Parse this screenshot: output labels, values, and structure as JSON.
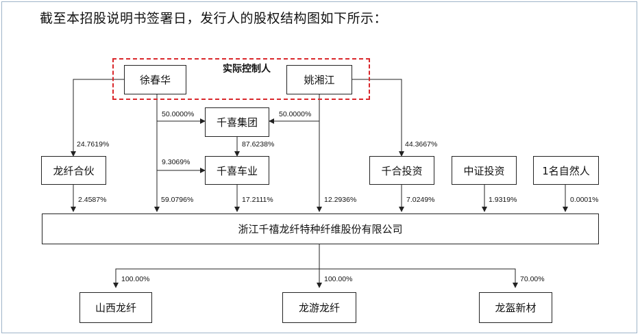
{
  "intro_text": "截至本招股说明书签署日，发行人的股权结构图如下所示：",
  "controller_group_label": "实际控制人",
  "entities": {
    "xu": "徐春华",
    "yao": "姚湘江",
    "qianxi_group": "千喜集团",
    "longqian_partner": "龙纤合伙",
    "qianxi_car": "千喜车业",
    "qianhe": "千合投资",
    "zhongzheng": "中证投资",
    "natural_person": "1名自然人",
    "issuer": "浙江千禧龙纤特种纤维股份有限公司",
    "shanxi": "山西龙纤",
    "longyou": "龙游龙纤",
    "longying": "龙盔新材"
  },
  "percentages": {
    "xu_to_group": "50.0000%",
    "yao_to_group": "50.0000%",
    "xu_to_longqian": "24.7619%",
    "group_to_car": "87.6238%",
    "xu_to_car": "9.3069%",
    "yao_to_qianhe": "44.3667%",
    "longqian_to_issuer": "2.4587%",
    "xu_to_issuer": "59.0796%",
    "car_to_issuer": "17.2111%",
    "yao_to_issuer": "12.2936%",
    "qianhe_to_issuer": "7.0249%",
    "zhongzheng_to_issuer": "1.9319%",
    "natural_to_issuer": "0.0001%",
    "issuer_to_shanxi": "100.00%",
    "issuer_to_longyou": "100.00%",
    "issuer_to_longying": "70.00%"
  }
}
